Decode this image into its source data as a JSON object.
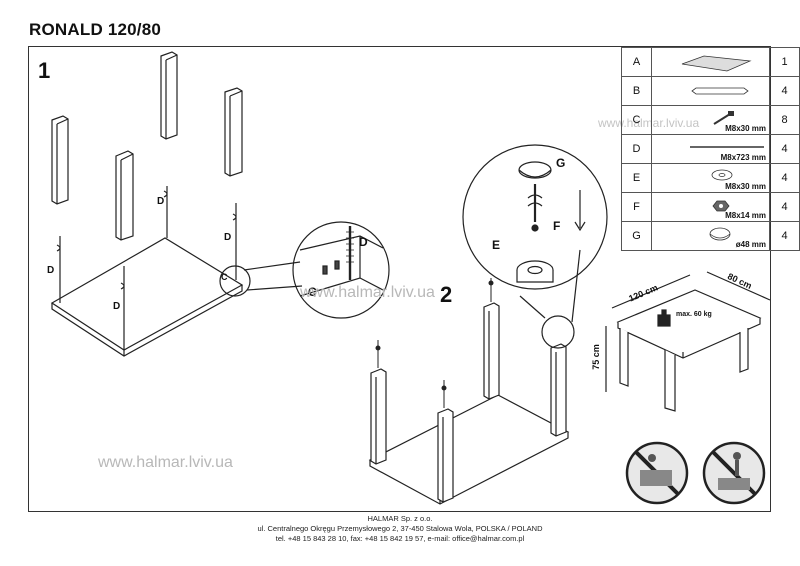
{
  "title": "RONALD 120/80",
  "steps": {
    "step1": "1",
    "step2": "2"
  },
  "callouts": {
    "d1": "D",
    "d2": "D",
    "d3": "D",
    "d4": "D",
    "c_small": "C",
    "c_zoom": "C",
    "d_zoom": "D",
    "g_zoom": "G",
    "f_zoom": "F",
    "e_zoom": "E"
  },
  "watermarks": {
    "center": "www.halmar.lviv.ua",
    "left": "www.halmar.lviv.ua",
    "table": "www.halmar.lviv.ua"
  },
  "parts": [
    {
      "letter": "A",
      "spec": "",
      "qty": "1",
      "icon": "tabletop-icon"
    },
    {
      "letter": "B",
      "spec": "",
      "qty": "4",
      "icon": "leg-icon"
    },
    {
      "letter": "C",
      "spec": "M8x30 mm",
      "qty": "8",
      "icon": "screw-icon"
    },
    {
      "letter": "D",
      "spec": "M8x723 mm",
      "qty": "4",
      "icon": "threaded-rod-icon"
    },
    {
      "letter": "E",
      "spec": "M8x30 mm",
      "qty": "4",
      "icon": "washer-icon"
    },
    {
      "letter": "F",
      "spec": "M8x14 mm",
      "qty": "4",
      "icon": "nut-icon"
    },
    {
      "letter": "G",
      "spec": "ø48 mm",
      "qty": "4",
      "icon": "cap-icon"
    }
  ],
  "dimensions": {
    "length": "120 cm",
    "width": "80 cm",
    "height": "75 cm",
    "max_load": "max. 60 kg"
  },
  "footer": {
    "line1": "HALMAR Sp. z o.o.",
    "line2": "ul. Centralnego Okręgu Przemysłowego 2, 37-450 Stalowa Wola, POLSKA / POLAND",
    "line3": "tel. +48 15 843 28 10, fax: +48 15 842 19 57, e-mail: office@halmar.com.pl"
  }
}
